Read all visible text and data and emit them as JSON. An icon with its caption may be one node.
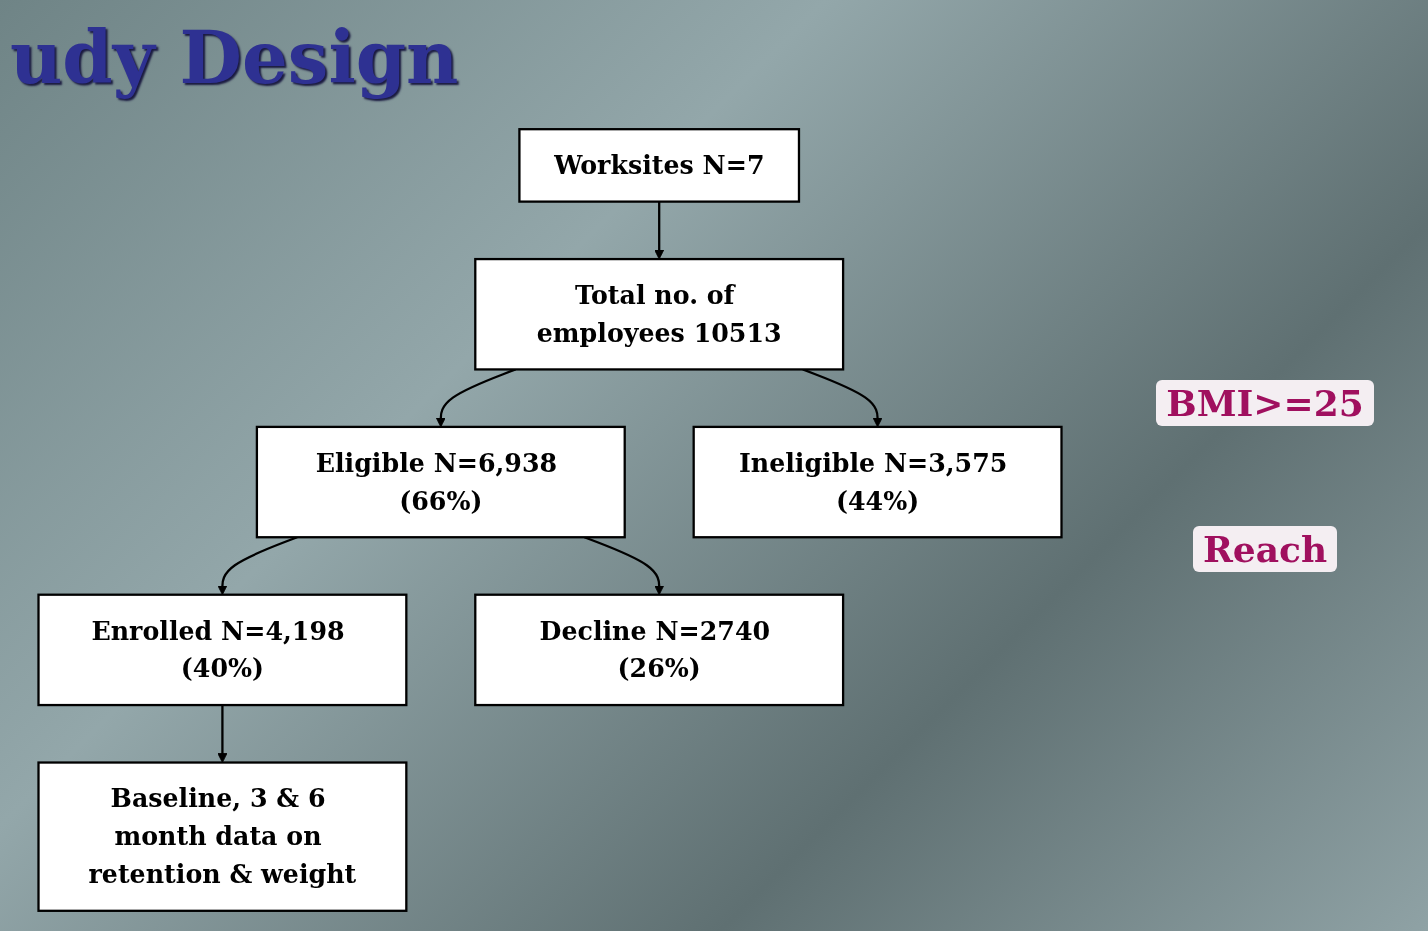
{
  "diagram": {
    "title": "udy Design",
    "nodes": [
      {
        "text": [
          "Worksites N=7"
        ]
      },
      {
        "text": [
          "Total no. of employees 10513"
        ]
      },
      {
        "text": [
          "Eligible N=6,938 (66%)"
        ]
      },
      {
        "text": [
          "Ineligible N=3,575 (44%)"
        ]
      },
      {
        "text": [
          "Enrolled N=4,198 (40%)"
        ]
      },
      {
        "text": [
          "Decline N=2740 (26%)"
        ]
      },
      {
        "text": [
          "Baseline, 3 & 6 month data on retention & weight"
        ]
      }
    ],
    "edges": [
      {
        "from": 0,
        "to": 1,
        "arrow": "to"
      },
      {
        "from": 1,
        "to": 2,
        "arrow": "to"
      },
      {
        "from": 1,
        "to": 3,
        "arrow": "to"
      },
      {
        "from": 2,
        "to": 4,
        "arrow": "to"
      },
      {
        "from": 2,
        "to": 5,
        "arrow": "to"
      },
      {
        "from": 4,
        "to": 6,
        "arrow": "to"
      }
    ],
    "labels": [
      "BMI>=25",
      "Reach"
    ]
  }
}
